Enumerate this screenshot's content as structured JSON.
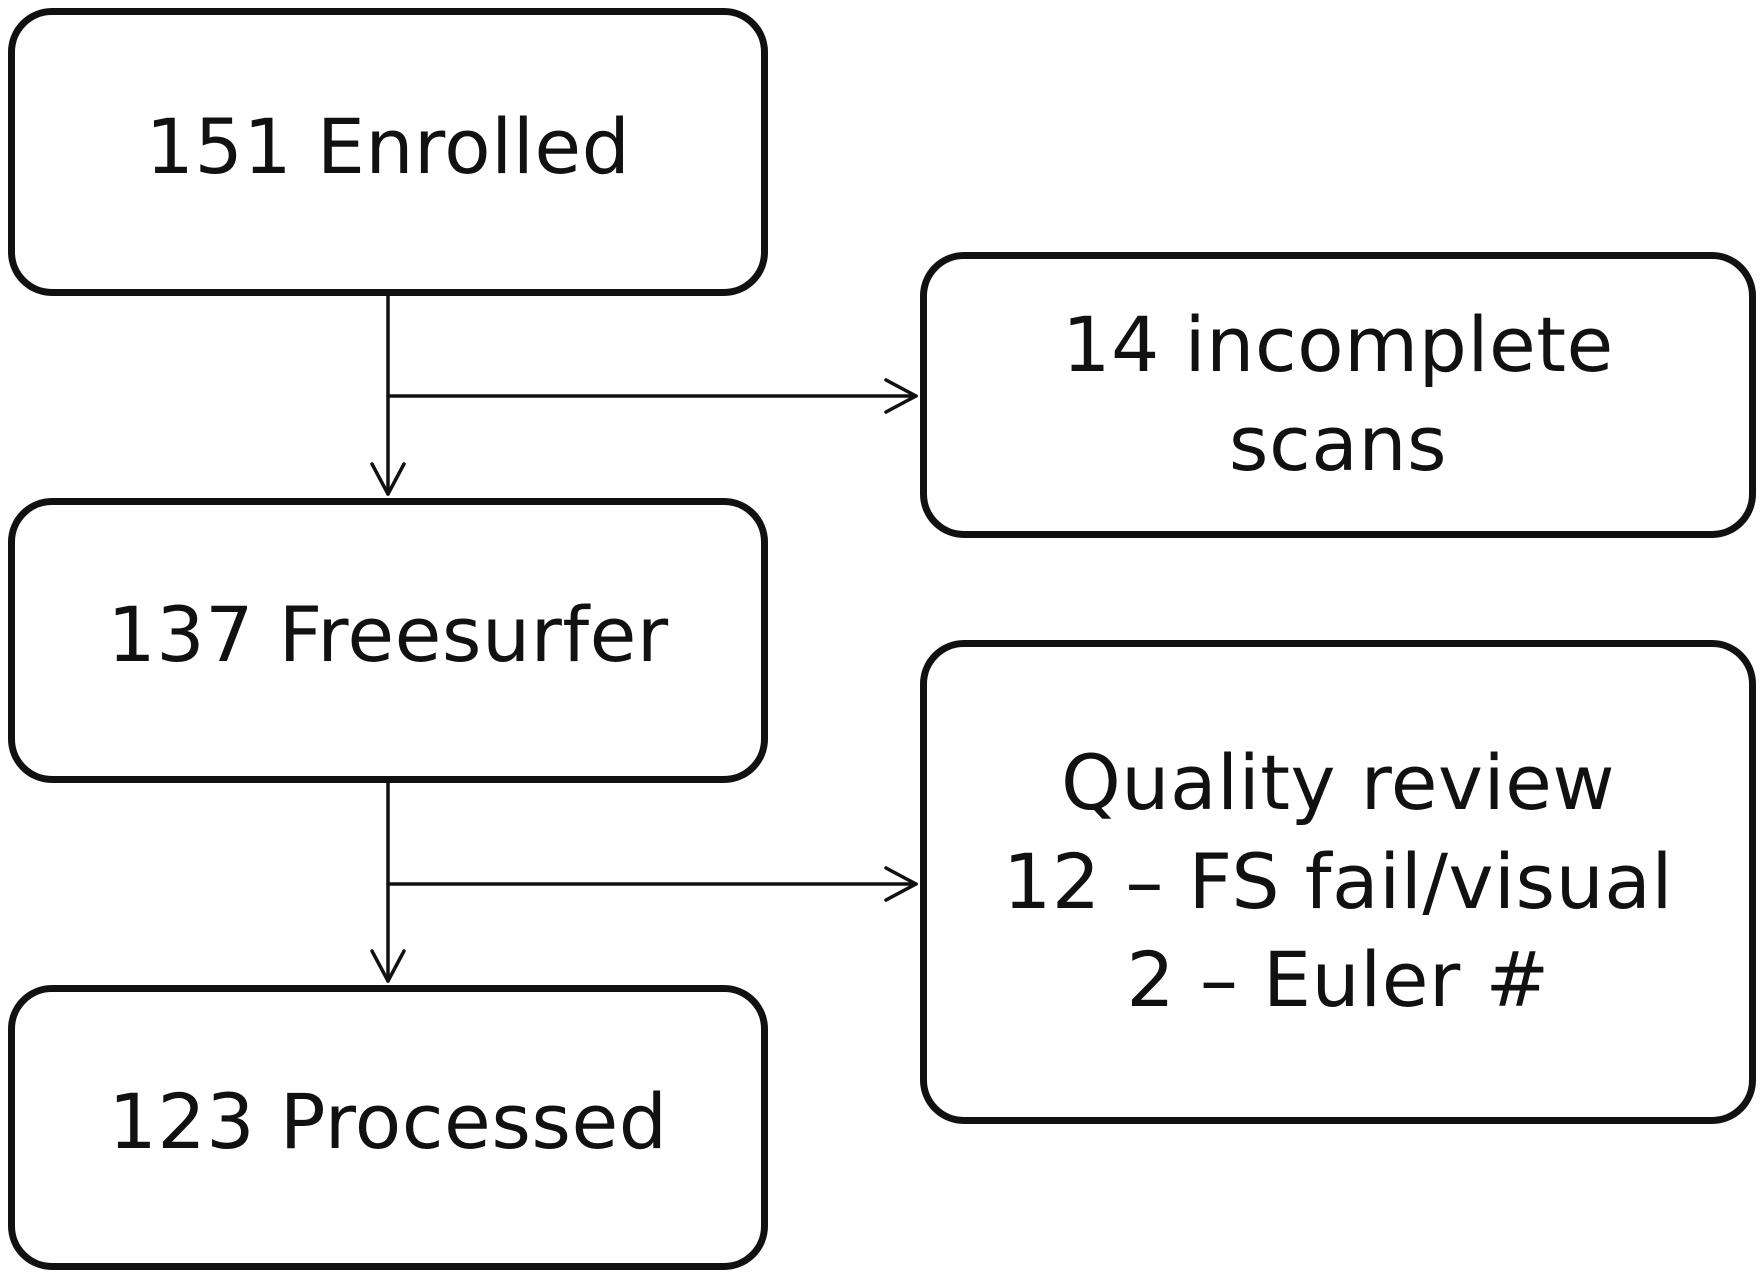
{
  "boxes": {
    "enrolled": "151 Enrolled",
    "freesurfer": "137 Freesurfer",
    "processed": "123 Processed",
    "incomplete": {
      "line1": "14 incomplete",
      "line2": "scans"
    },
    "quality": {
      "line1": "Quality review",
      "line2": "12 – FS fail/visual",
      "line3": "2 – Euler #"
    }
  },
  "colors": {
    "stroke": "#111111",
    "background": "#ffffff"
  }
}
